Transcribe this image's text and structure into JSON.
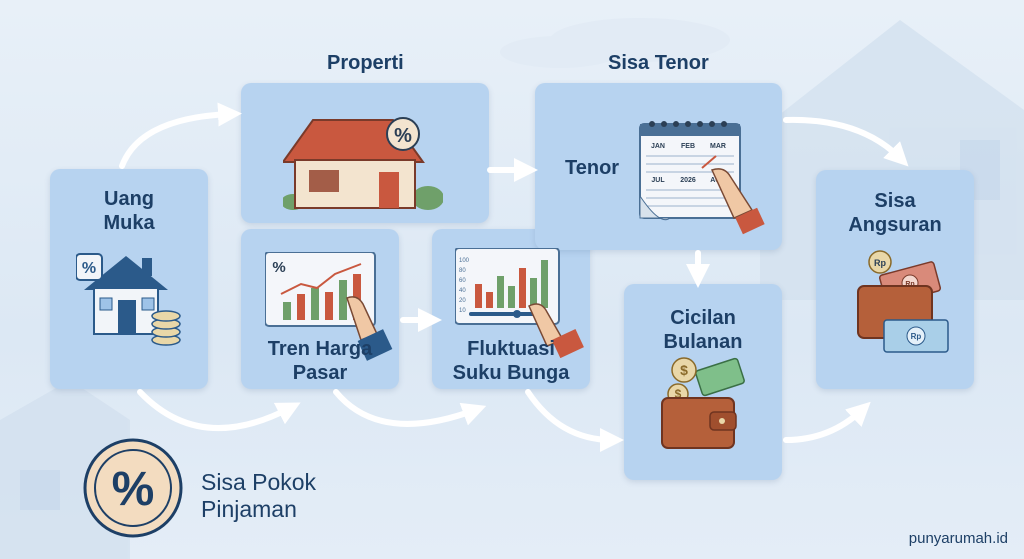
{
  "header": {
    "properti": "Properti",
    "sisa_tenor": "Sisa Tenor"
  },
  "nodes": {
    "uang_muka": [
      "Uang",
      "Muka"
    ],
    "tren_harga": [
      "Tren Harga",
      "Pasar"
    ],
    "fluktuasi": [
      "Fluktuasi",
      "Suku Bunga"
    ],
    "tenor": "Tenor",
    "cicilan": [
      "Cicilan",
      "Bulanan"
    ],
    "sisa_angsuran": [
      "Sisa",
      "Angsuran"
    ],
    "sisa_pokok": [
      "Sisa Pokok",
      "Pinjaman"
    ]
  },
  "calendar": {
    "months_row1": [
      "JAN",
      "FEB",
      "MAR"
    ],
    "months_row2": [
      "JUL",
      "2026",
      "AUG"
    ]
  },
  "currency": {
    "rp": "Rp",
    "dollar": "$",
    "percent": "%"
  },
  "chart_ticks": [
    "100",
    "80",
    "60",
    "40",
    "20",
    "10"
  ],
  "watermark": "punyarumah.id",
  "colors": {
    "card": "#b7d3f0",
    "text": "#1d3f66",
    "roof": "#c9583f",
    "wallet": "#b5603a"
  }
}
